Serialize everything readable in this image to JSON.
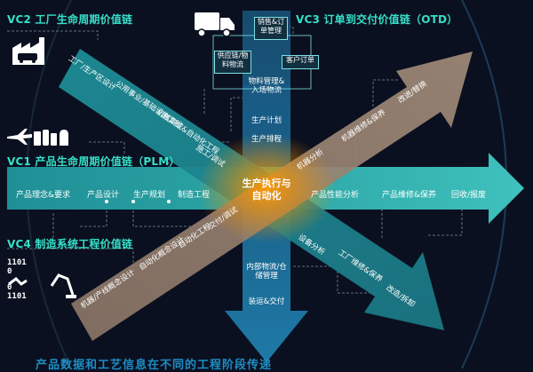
{
  "vc_titles": {
    "vc2": "VC2 工厂生命周期价值链",
    "vc3": "VC3 订单到交付价值链（OTD）",
    "vc1": "VC1 产品生命周期价值链（PLM）",
    "vc4": "VC4 制造系统工程价值链"
  },
  "center": {
    "line1": "生产执行与",
    "line2": "自动化"
  },
  "vc2_steps": [
    "工厂/生产区设计",
    "公用事业/基础设施工程",
    "机械集成&自动化工程",
    "施工/调试"
  ],
  "vc2_after": [
    "机器维修&保养",
    "改进/替换"
  ],
  "vc2_before_center": "机器分析",
  "vc1_steps": [
    "产品理念&要求",
    "产品设计",
    "生产规划",
    "制造工程"
  ],
  "vc1_after": [
    "产品性能分析",
    "产品维修&保养",
    "回收/报废"
  ],
  "vc4_steps": [
    "机器/产线概念设计",
    "自动化概念设计",
    "自动化工程",
    "交付/调试"
  ],
  "vc4_after": [
    "设备分析",
    "工厂维修&保养",
    "改造/拆卸"
  ],
  "vc3_top": [
    "销售&订单管理",
    "客户订单"
  ],
  "vc3_boxes": [
    "供应链/物料物流"
  ],
  "vc3_steps": [
    "物料管理&入场物流",
    "生产计划",
    "生产排程"
  ],
  "vc3_after": [
    "内部物流/仓储管理",
    "装运&交付"
  ],
  "icons": {
    "factory": "factory-icon",
    "truck": "truck-icon",
    "products": "consumer-products-icon",
    "automation": "robot-arm-icon"
  },
  "icon_text": {
    "binary": [
      "1101 0",
      "0 1101"
    ]
  },
  "bottom_text": "产品数据和工艺信息在不同的工程阶段传递",
  "colors": {
    "background": "#0b1020",
    "title": "#35e0c9",
    "teal": "#1f8f96",
    "beige": "#9a8574",
    "blue": "#1a5f8a",
    "center": "#f29200"
  }
}
